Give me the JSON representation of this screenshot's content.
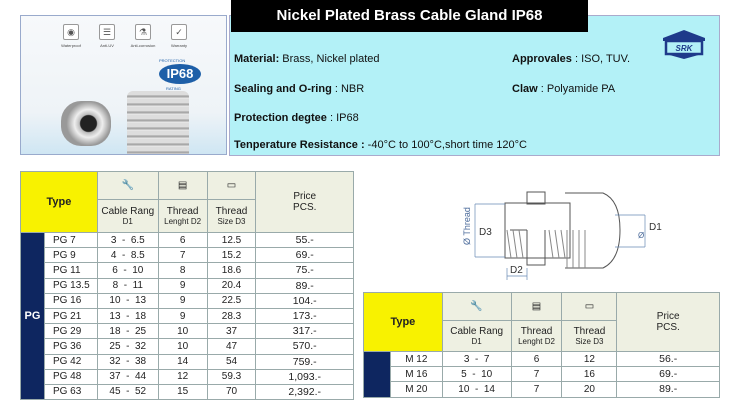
{
  "image": {
    "features": [
      "Waterproof",
      "Anti-UV",
      "Anti-corrosion",
      "Warranty"
    ],
    "badge": "IP68",
    "badge_top": "PROTECTION",
    "badge_bottom": "RATING"
  },
  "title": "Nickel Plated Brass Cable Gland IP68",
  "logo": "SRK",
  "specs": {
    "material_label": "Material:",
    "material": " Brass, Nickel plated",
    "approvals_label": "Approvales",
    "approvals": " : ISO, TUV.",
    "sealing_label": "Sealing and O-ring",
    "sealing": " : NBR",
    "claw_label": "Claw",
    "claw": " : Polyamide PA",
    "protection_label": "Protection degtee",
    "protection": " : IP68",
    "temp_label": "Tenperature Resistance :",
    "temp": " -40°C to 100°C,short time 120°C"
  },
  "headers": {
    "type": "Type",
    "cable": "Cable Rang",
    "cable_sub": "D1",
    "thread_len": "Thread",
    "thread_len_sub": "Lenght D2",
    "thread_size": "Thread",
    "thread_size_sub": "Size D3",
    "price": "Price",
    "price_sub": "PCS."
  },
  "pg_table": {
    "group": "PG",
    "rows": [
      [
        "PG 7",
        "3  -  6.5",
        "6",
        "12.5",
        "55.-"
      ],
      [
        "PG 9",
        "4  -  8.5",
        "7",
        "15.2",
        "69.-"
      ],
      [
        "PG 11",
        "6  -  10",
        "8",
        "18.6",
        "75.-"
      ],
      [
        "PG 13.5",
        "8  -  11",
        "9",
        "20.4",
        "89.-"
      ],
      [
        "PG 16",
        "10  -  13",
        "9",
        "22.5",
        "104.-"
      ],
      [
        "PG 21",
        "13  -  18",
        "9",
        "28.3",
        "173.-"
      ],
      [
        "PG 29",
        "18  -  25",
        "10",
        "37",
        "317.-"
      ],
      [
        "PG 36",
        "25  -  32",
        "10",
        "47",
        "570.-"
      ],
      [
        "PG 42",
        "32  -  38",
        "14",
        "54",
        "759.-"
      ],
      [
        "PG 48",
        "37  -  44",
        "12",
        "59.3",
        "1,093.-"
      ],
      [
        "PG 63",
        "45  -  52",
        "15",
        "70",
        "2,392.-"
      ]
    ]
  },
  "m_table": {
    "rows": [
      [
        "M 12",
        "3  -  7",
        "6",
        "12",
        "56.-"
      ],
      [
        "M 16",
        "5  -  10",
        "7",
        "16",
        "69.-"
      ],
      [
        "M 20",
        "10  -  14",
        "7",
        "20",
        "89.-"
      ]
    ]
  },
  "diagram": {
    "d1": "D1",
    "d2": "D2",
    "d3": "D3",
    "thread": "Ø Thread",
    "o": "Ø"
  }
}
